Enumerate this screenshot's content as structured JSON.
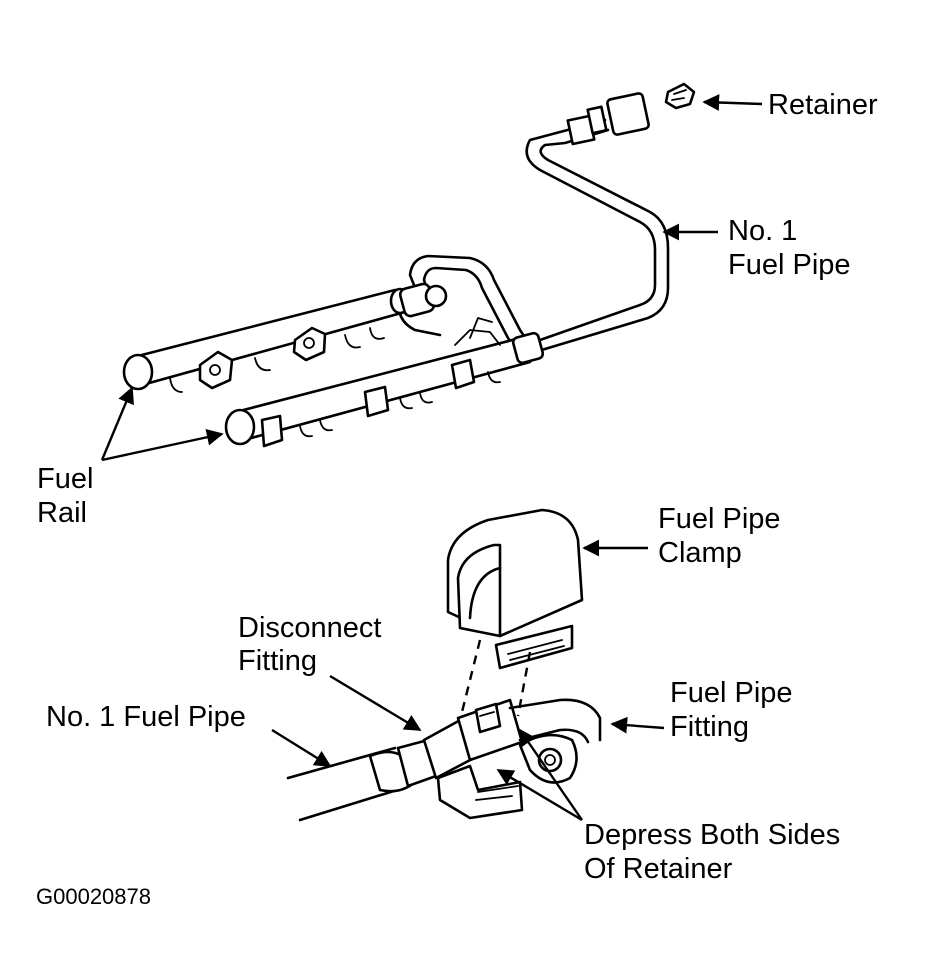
{
  "labels": {
    "retainer": "Retainer",
    "fuel_pipe_top_line1": "No. 1",
    "fuel_pipe_top_line2": "Fuel Pipe",
    "fuel_rail_line1": "Fuel",
    "fuel_rail_line2": "Rail",
    "clamp_line1": "Fuel Pipe",
    "clamp_line2": "Clamp",
    "disconnect_line1": "Disconnect",
    "disconnect_line2": "Fitting",
    "fuel_pipe_bottom": "No. 1 Fuel Pipe",
    "pipe_fitting_line1": "Fuel Pipe",
    "pipe_fitting_line2": "Fitting",
    "depress_line1": "Depress Both Sides",
    "depress_line2": "Of Retainer"
  },
  "figure_code": "G00020878"
}
